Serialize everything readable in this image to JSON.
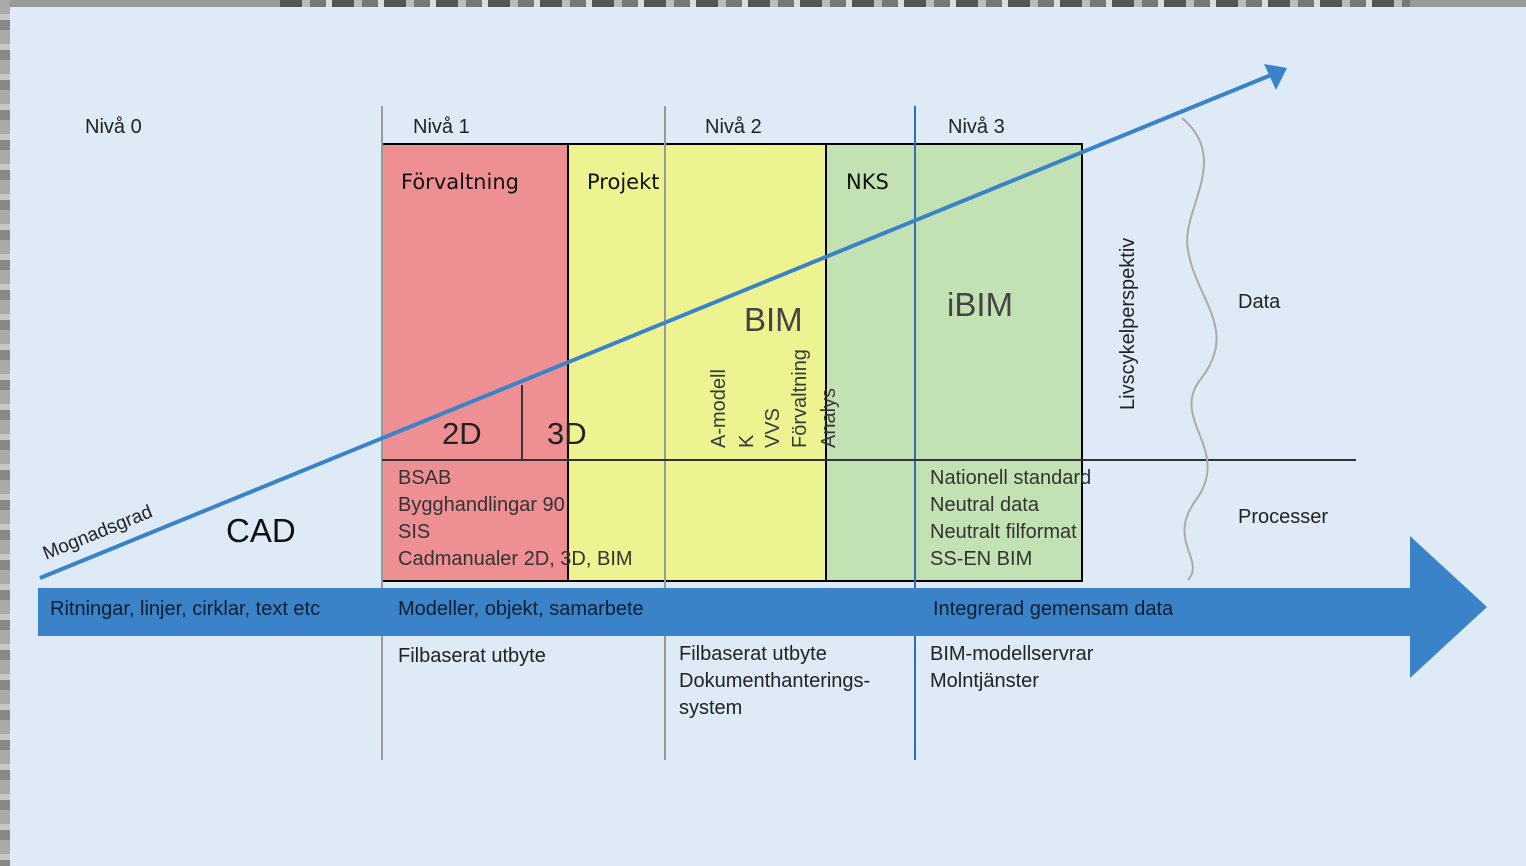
{
  "levels": [
    "Nivå 0",
    "Nivå 1",
    "Nivå 2",
    "Nivå 3"
  ],
  "boxes": {
    "forvaltning": "Förvaltning",
    "projekt": "Projekt",
    "nks": "NKS"
  },
  "big_labels": {
    "cad": "CAD",
    "bim": "BIM",
    "ibim": "iBIM",
    "d2": "2D",
    "d3": "3D"
  },
  "bim_vertical": [
    "A-modell",
    "K",
    "VVS",
    "Förvaltning",
    "Analys"
  ],
  "lifecycle": "Livscykelperspektiv",
  "diagonal_arrow_label": "Mognadsgrad",
  "right_labels": {
    "data": "Data",
    "processer": "Processer"
  },
  "standards_left": [
    "BSAB",
    "Bygghandlingar 90",
    "SIS",
    "Cadmanualer 2D, 3D, BIM"
  ],
  "standards_right": [
    "Nationell standard",
    "Neutral data",
    "Neutralt filformat",
    "SS-EN BIM"
  ],
  "arrow_band": [
    "Ritningar, linjer, cirklar, text etc",
    "Modeller, objekt, samarbete",
    "Integrerad gemensam data"
  ],
  "exchange": {
    "col1": [
      "Filbaserat utbyte"
    ],
    "col2": [
      "Filbaserat utbyte",
      "Dokumenthanterings-",
      "system"
    ],
    "col3": [
      "BIM-modellservrar",
      "Molntjänster"
    ]
  },
  "colors": {
    "background": "#deebf6",
    "red_box": "#ee8f94",
    "yellow_box": "#eef391",
    "green_box": "#c3e2b4",
    "arrow": "#3a83c8"
  }
}
